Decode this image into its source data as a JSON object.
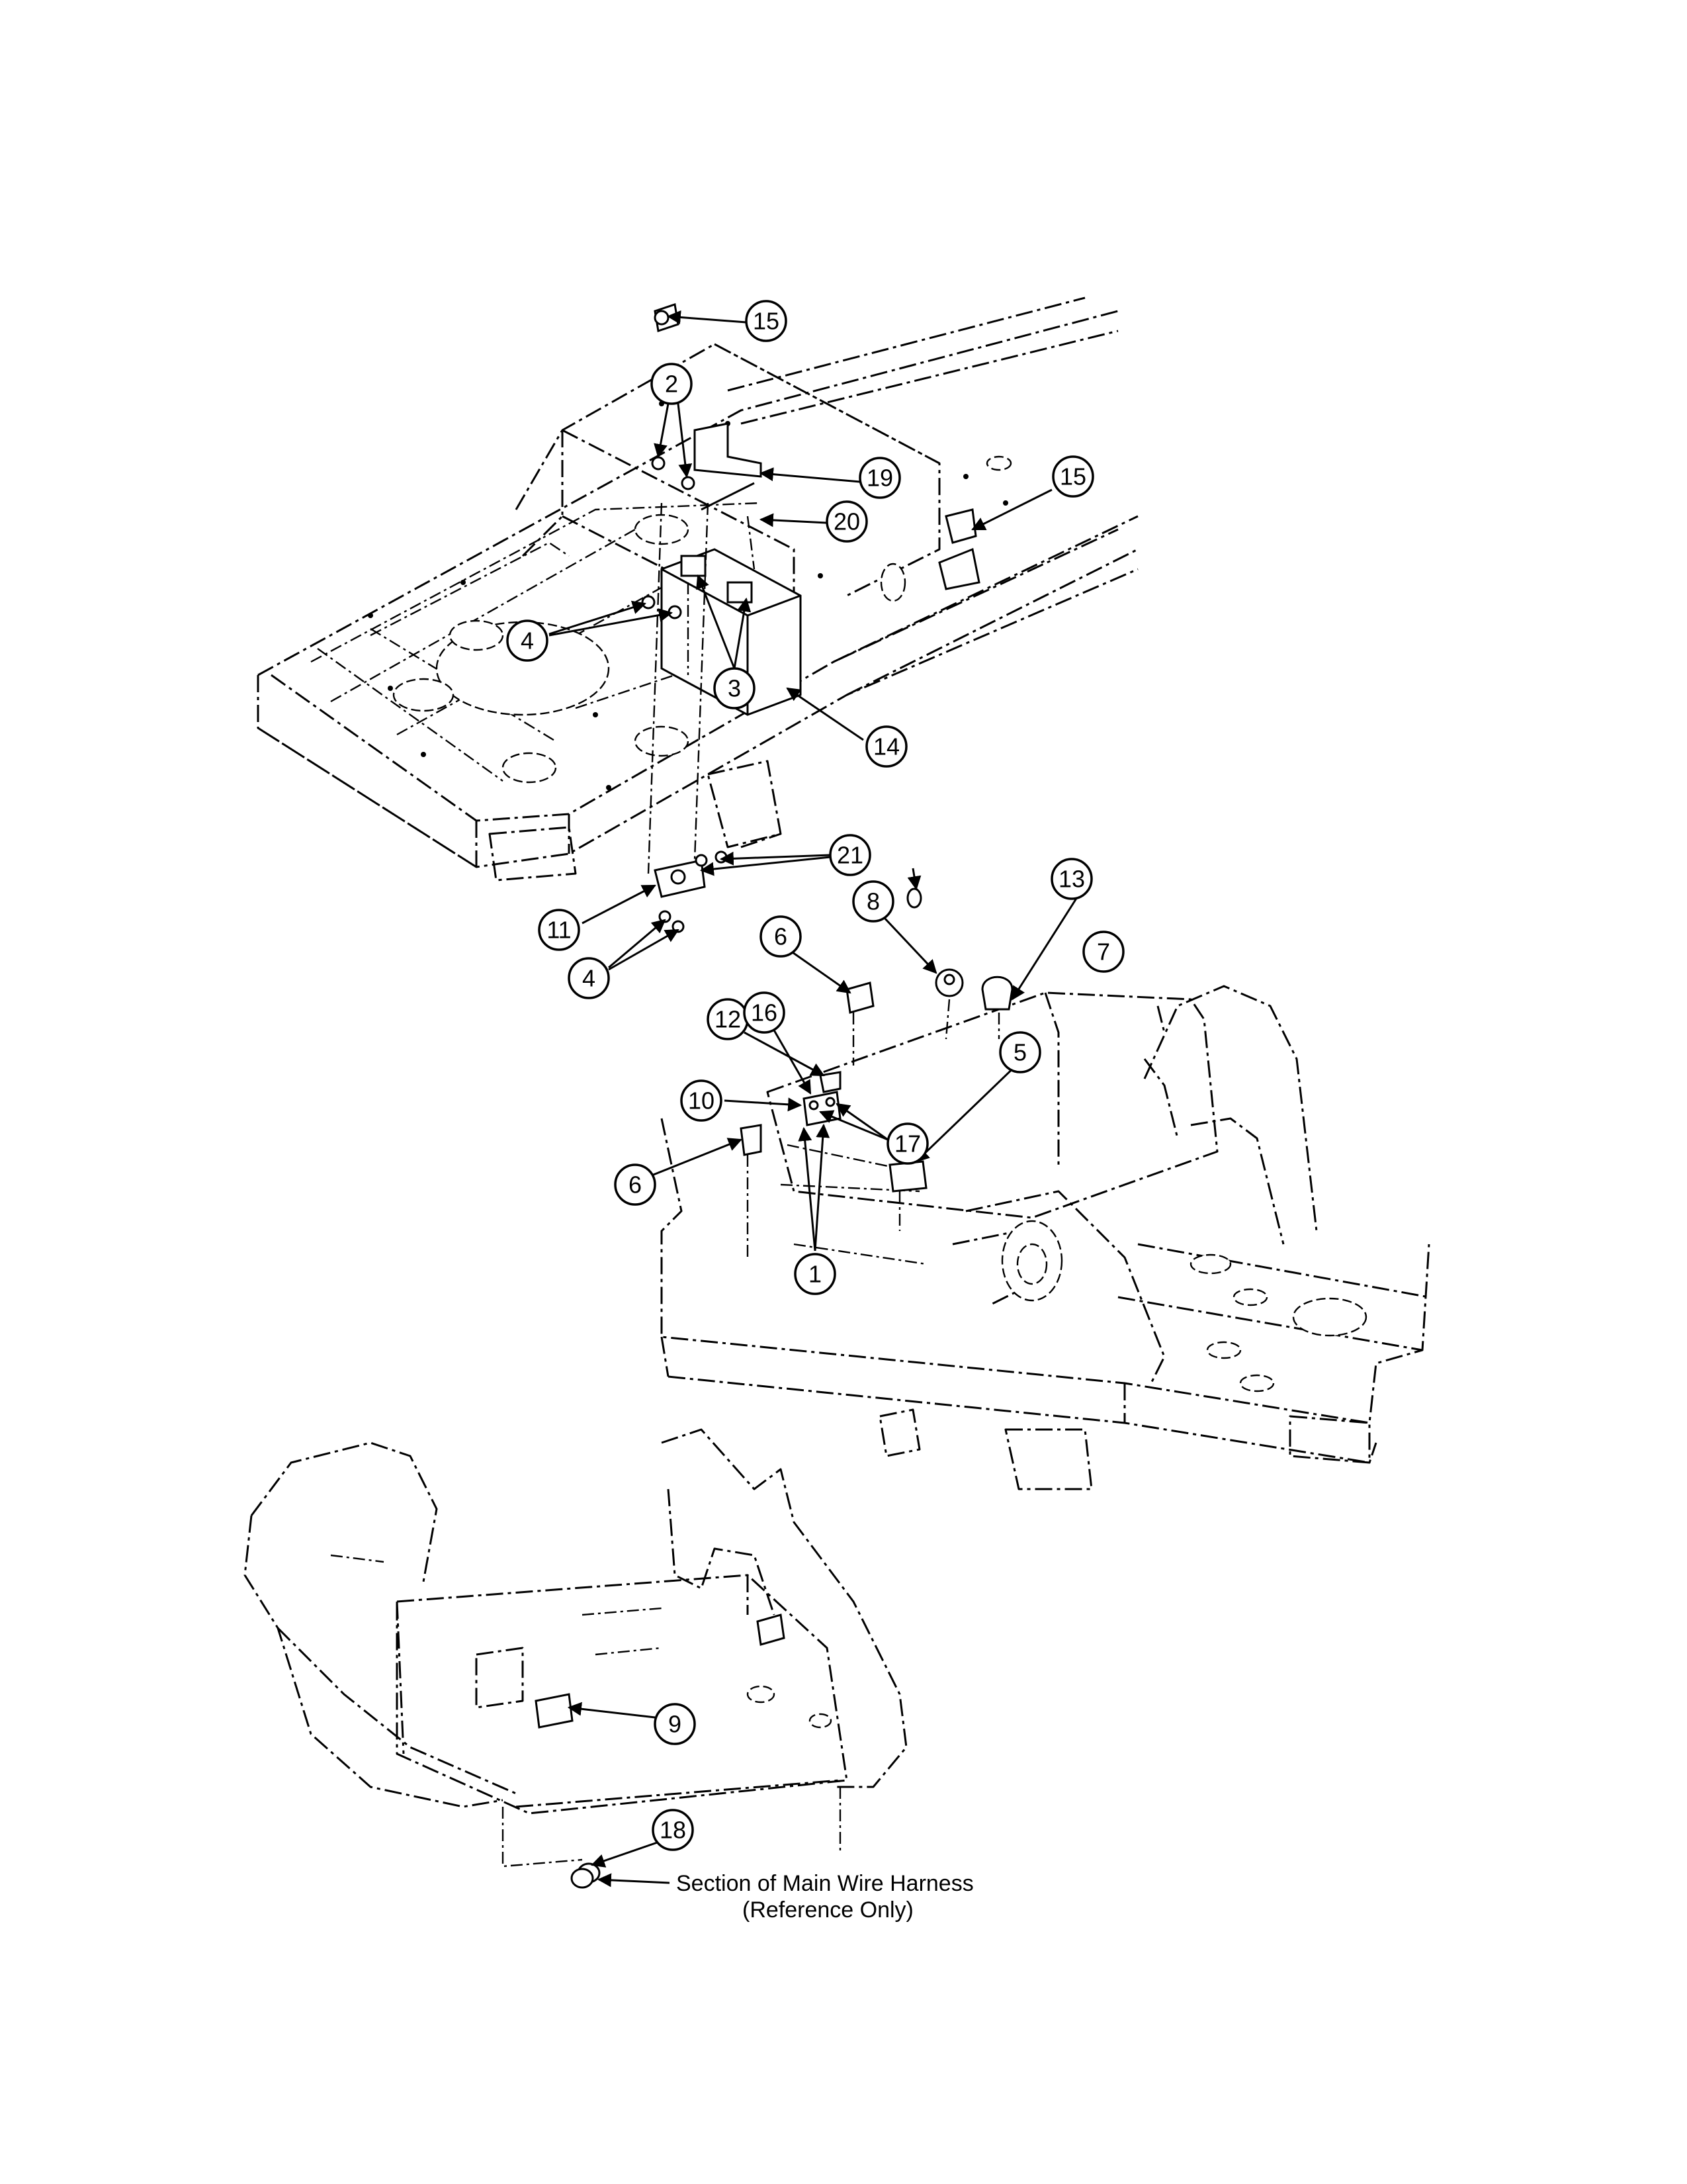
{
  "callouts": {
    "c1": "1",
    "c2": "2",
    "c3": "3",
    "c4a": "4",
    "c4b": "4",
    "c5": "5",
    "c6a": "6",
    "c6b": "6",
    "c7": "7",
    "c8": "8",
    "c9": "9",
    "c10": "10",
    "c11": "11",
    "c12": "12",
    "c13": "13",
    "c14": "14",
    "c15a": "15",
    "c15b": "15",
    "c16": "16",
    "c17": "17",
    "c18": "18",
    "c19": "19",
    "c20": "20",
    "c21": "21"
  },
  "reference_note": {
    "line1": "Section of Main Wire Harness",
    "line2": "(Reference Only)"
  }
}
